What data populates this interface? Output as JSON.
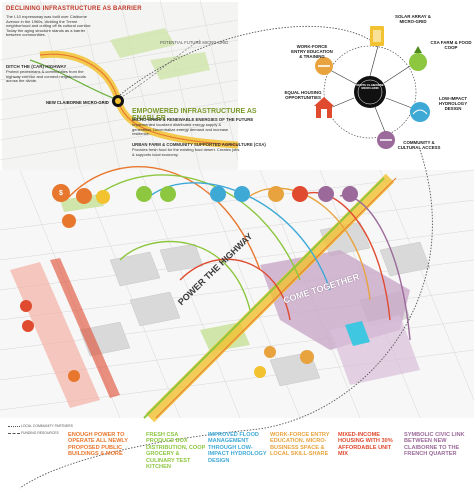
{
  "top_left": {
    "title": "DECLINING INFRASTRUCTURE AS BARRIER",
    "body": "The I-10 expressway was built over Claiborne Avenue in the 1960s, dividing the Treme neighborhood and cutting off its cultural corridor. Today the aging structure stands as a barrier between communities.",
    "ditch_header": "DITCH THE (CAR) HIGHWAY",
    "ditch_body": "Protect pedestrians & communities from the highway corridor and connect neighborhoods across the divide.",
    "future_label": "POTENTIAL FUTURE MICRO-GRID",
    "microgrid_label": "NEW CLAIBORNE MICRO-GRID"
  },
  "empowered": {
    "title": "EMPOWERED INFRASTRUCTURE AS ENABLER",
    "sub1": "MICRO-GRIDS & RENEWABLE ENERGIES OF THE FUTURE",
    "bullets1": "Implemented localized distributed energy supply & generation. Decentralize energy demand and increase resilience.",
    "sub2": "URBAN FARM & COMMUNITY SUPPORTED AGRICULTURE (CSA)",
    "bullets2": "Provides fresh food for the existing food desert. Creates jobs & supports local economy."
  },
  "hub": {
    "center_label": "NORTH CLAIBORNE MICRO-GRID",
    "nodes": [
      {
        "label": "SOLAR ARRAY & MICRO-GRID"
      },
      {
        "label": "CSA FARM & FOOD COOP"
      },
      {
        "label": "LOW-IMPACT HYDROLOGY DESIGN"
      },
      {
        "label": "COMMUNITY & CULTURAL ACCESS"
      },
      {
        "label": "EQUAL HOUSING OPPORTUNITIES"
      },
      {
        "label": "WORK-FORCE ENTRY EDUCATION & TRAINING"
      }
    ]
  },
  "map": {
    "power_label": "POWER THE HIGHWAY",
    "together_label": "COME TOGETHER",
    "legend_1": "LOCAL COMMUNITY PARTNERS",
    "legend_2": "FUNDING RESOURCES"
  },
  "footer": [
    {
      "text": "ENOUGH POWER TO OPERATE ALL NEWLY PROPOSED PUBLIC BUILDINGS & MORE",
      "color": "#e8772e"
    },
    {
      "text": "FRESH CSA PRODUCE BOX DISTRIBUTION, COOP GROCERY & CULINARY TEST KITCHEN",
      "color": "#8dc63f"
    },
    {
      "text": "IMPROVED FLOOD MANAGEMENT THROUGH LOW-IMPACT HYDROLOGY DESIGN",
      "color": "#3fa9d6"
    },
    {
      "text": "WORK-FORCE ENTRY EDUCATION, MICRO-BUSINESS SPACE & LOCAL SKILL-SHARE",
      "color": "#e8a33e"
    },
    {
      "text": "MIXED-INCOME HOUSING WITH 30% AFFORDABLE UNIT MIX",
      "color": "#e04a2f"
    },
    {
      "text": "SYMBOLIC CIVIC LINK BETWEEN NEW CLAIBORNE TO THE FRENCH QUARTER",
      "color": "#9b6a9a"
    }
  ],
  "colors": {
    "solar": "#f2c230",
    "csa": "#8dc63f",
    "hydro": "#3fa9d6",
    "education": "#e8a33e",
    "housing": "#e04a2f",
    "culture": "#9b6a9a",
    "highway": "#f2c230",
    "hub": "#111111"
  }
}
